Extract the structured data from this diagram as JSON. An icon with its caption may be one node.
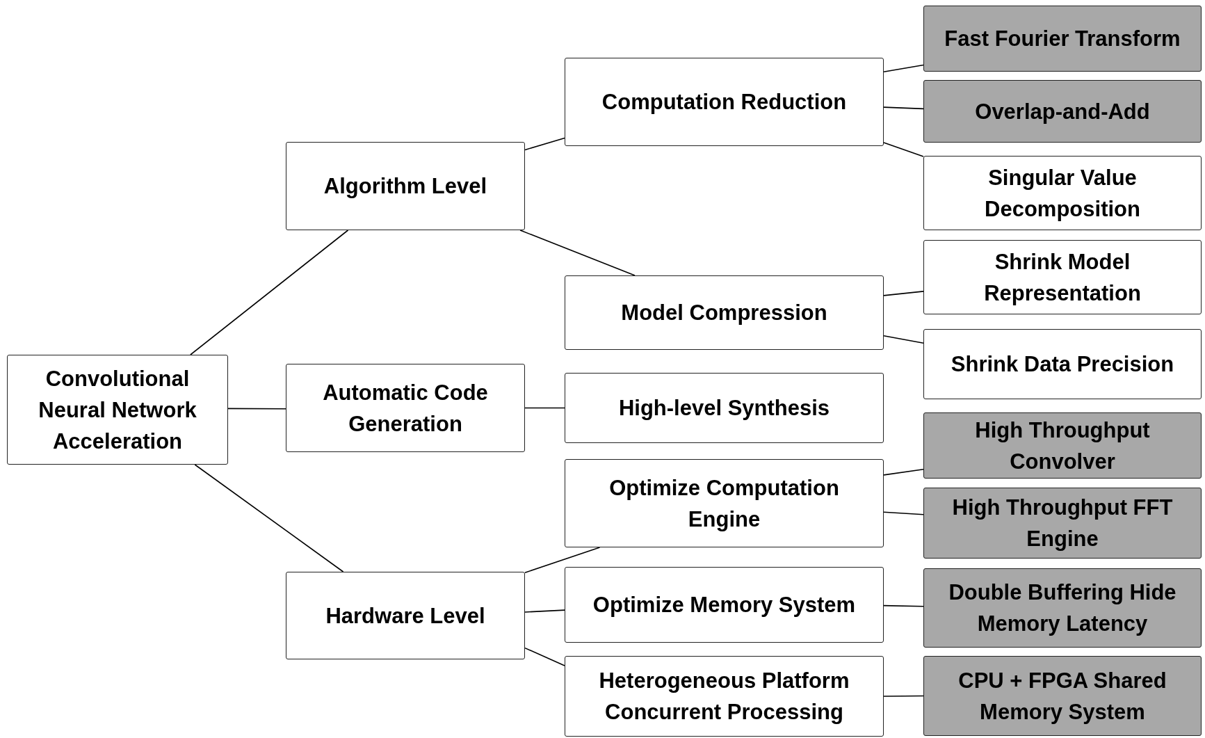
{
  "diagram": {
    "nodes": [
      {
        "text": [
          "Convolutional Neural Network Acceleration"
        ]
      },
      {
        "text": [
          "Algorithm Level"
        ]
      },
      {
        "text": [
          "Automatic Code Generation"
        ]
      },
      {
        "text": [
          "Hardware Level"
        ]
      },
      {
        "text": [
          "Computation Reduction"
        ]
      },
      {
        "text": [
          "Model Compression"
        ]
      },
      {
        "text": [
          "High-level Synthesis"
        ]
      },
      {
        "text": [
          "Optimize Computation Engine"
        ]
      },
      {
        "text": [
          "Optimize Memory System"
        ]
      },
      {
        "text": [
          "Heterogeneous Platform Concurrent Processing"
        ]
      },
      {
        "text": [
          "Fast Fourier Transform"
        ]
      },
      {
        "text": [
          "Overlap-and-Add"
        ]
      },
      {
        "text": [
          "Singular Value Decomposition"
        ]
      },
      {
        "text": [
          "Shrink Model Representation"
        ]
      },
      {
        "text": [
          "Shrink Data Precision"
        ]
      },
      {
        "text": [
          "High Throughput Convolver"
        ]
      },
      {
        "text": [
          "High Throughput FFT Engine"
        ]
      },
      {
        "text": [
          "Double Buffering Hide Memory Latency"
        ]
      },
      {
        "text": [
          "CPU + FPGA Shared Memory System"
        ]
      }
    ],
    "edges": [
      {
        "from": 0,
        "to": 1,
        "arrow": "none"
      },
      {
        "from": 0,
        "to": 2,
        "arrow": "none"
      },
      {
        "from": 0,
        "to": 3,
        "arrow": "none"
      },
      {
        "from": 1,
        "to": 4,
        "arrow": "none"
      },
      {
        "from": 1,
        "to": 5,
        "arrow": "none"
      },
      {
        "from": 2,
        "to": 6,
        "arrow": "none"
      },
      {
        "from": 3,
        "to": 7,
        "arrow": "none"
      },
      {
        "from": 3,
        "to": 8,
        "arrow": "none"
      },
      {
        "from": 3,
        "to": 9,
        "arrow": "none"
      },
      {
        "from": 4,
        "to": 10,
        "arrow": "none"
      },
      {
        "from": 4,
        "to": 11,
        "arrow": "none"
      },
      {
        "from": 4,
        "to": 12,
        "arrow": "none"
      },
      {
        "from": 5,
        "to": 13,
        "arrow": "none"
      },
      {
        "from": 5,
        "to": 14,
        "arrow": "none"
      },
      {
        "from": 7,
        "to": 15,
        "arrow": "none"
      },
      {
        "from": 7,
        "to": 16,
        "arrow": "none"
      },
      {
        "from": 8,
        "to": 17,
        "arrow": "none"
      },
      {
        "from": 9,
        "to": 18,
        "arrow": "none"
      }
    ]
  }
}
